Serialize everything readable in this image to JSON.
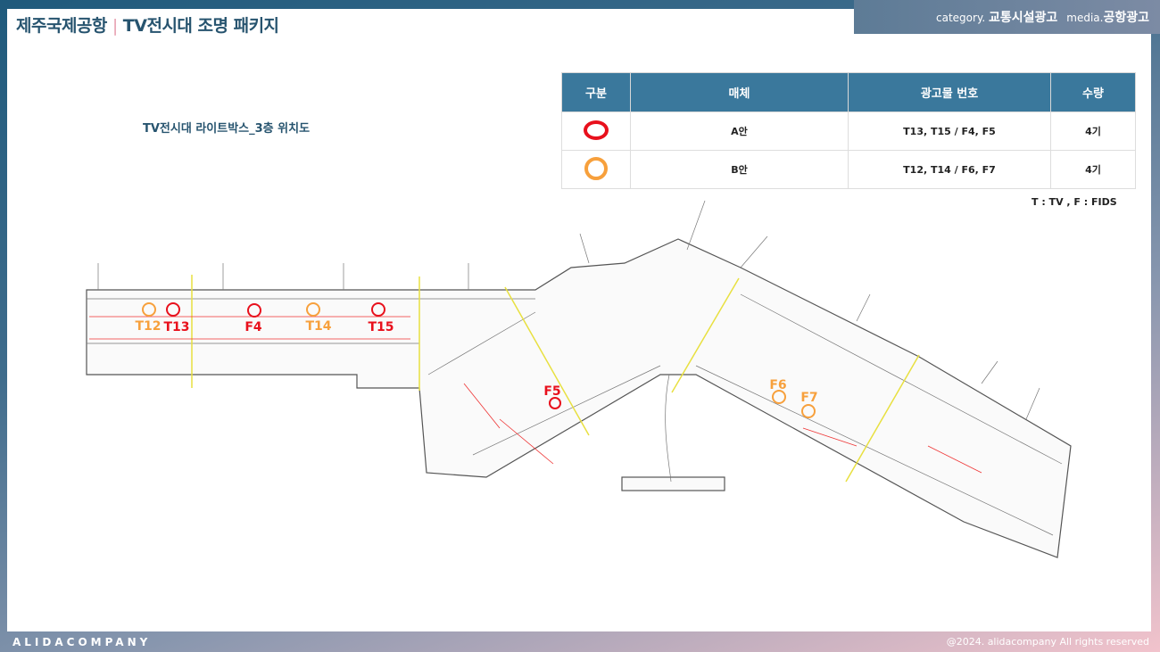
{
  "header": {
    "title_left": "제주국제공항",
    "title_right": "TV전시대 조명 패키지",
    "category_label": "category.",
    "category_value": "교통시설광고",
    "media_label": "media.",
    "media_value": "공항광고"
  },
  "subtitle": "TV전시대 라이트박스_3층 위치도",
  "table": {
    "headers": [
      "구분",
      "매체",
      "광고물 번호",
      "수량"
    ],
    "rows": [
      {
        "marker": "red-circle",
        "color": "#e8101c",
        "media": "A안",
        "numbers": "T13, T15 / F4, F5",
        "qty": "4기"
      },
      {
        "marker": "orange-circle",
        "color": "#f7a03c",
        "media": "B안",
        "numbers": "T12, T14 / F6, F7",
        "qty": "4기"
      }
    ]
  },
  "note": "T : TV , F : FIDS",
  "markers": [
    {
      "label": "T12",
      "plan": "B"
    },
    {
      "label": "T13",
      "plan": "A"
    },
    {
      "label": "F4",
      "plan": "A"
    },
    {
      "label": "T14",
      "plan": "B"
    },
    {
      "label": "T15",
      "plan": "A"
    },
    {
      "label": "F5",
      "plan": "A"
    },
    {
      "label": "F6",
      "plan": "B"
    },
    {
      "label": "F7",
      "plan": "B"
    }
  ],
  "footer": {
    "brand": "ALIDACOMPANY",
    "copyright": "@2024. alidacompany All rights reserved"
  }
}
